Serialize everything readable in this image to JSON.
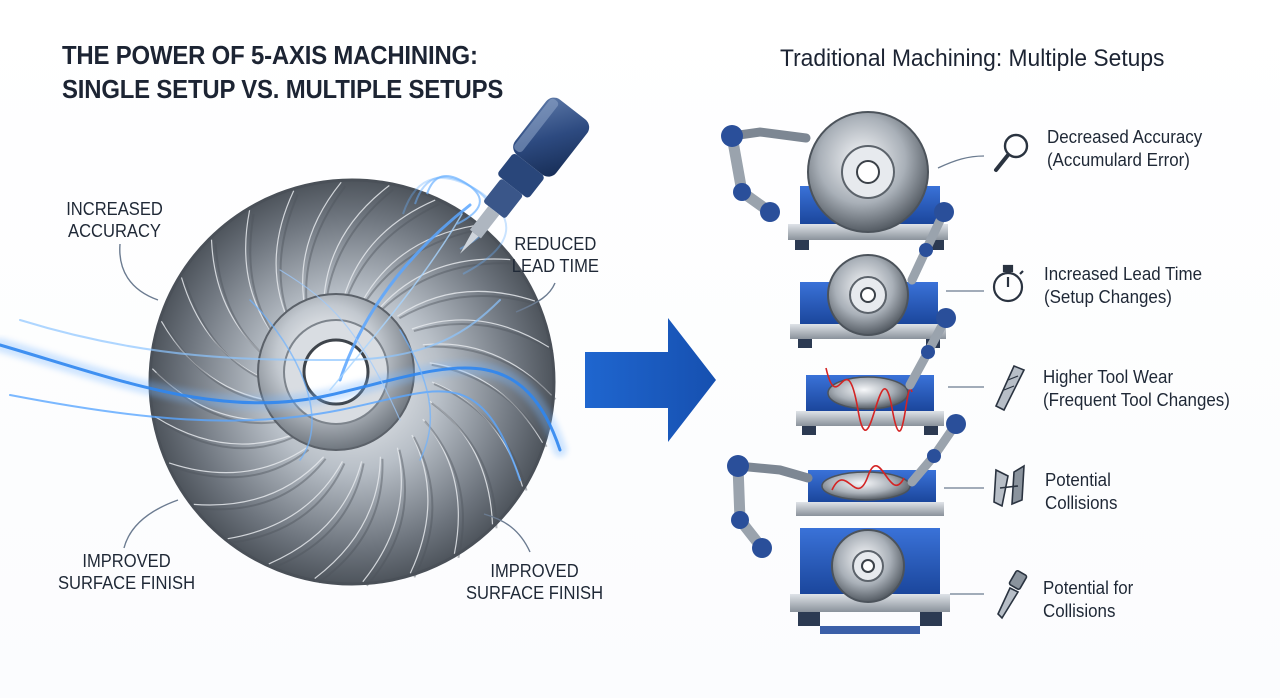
{
  "title": {
    "line1": "THE POWER OF 5-AXIS MACHINING:",
    "line2": "SINGLE SETUP VS. MULTIPLE SETUPS"
  },
  "left": {
    "benefits": [
      {
        "line1": "INCREASED",
        "line2": "ACCURACY"
      },
      {
        "line1": "REDUCED",
        "line2": "LEAD TIME"
      },
      {
        "line1": "IMPROVED",
        "line2": "SURFACE FINISH"
      },
      {
        "line1": "IMPROVED",
        "line2": "SURFACE FINISH"
      }
    ]
  },
  "right": {
    "title": "Traditional Machining: Multiple Setups",
    "issues": [
      {
        "line1": "Decreased Accuracy",
        "line2": "(Accumulard Error)",
        "icon": "magnifier-icon"
      },
      {
        "line1": "Increased Lead Time",
        "line2": "(Setup Changes)",
        "icon": "stopwatch-icon"
      },
      {
        "line1": "Higher Tool Wear",
        "line2": "(Frequent Tool Changes)",
        "icon": "end-mill-icon"
      },
      {
        "line1": "Potential",
        "line2": "Collisions",
        "icon": "collision-icon"
      },
      {
        "line1": "Potential for",
        "line2": "Collisions",
        "icon": "drill-bit-icon"
      }
    ]
  },
  "colors": {
    "accent_blue": "#1f5fc4",
    "fixture_blue": "#2456b5",
    "steel": "#9aa3ad",
    "glow": "#58a8ff",
    "path_red": "#d42424"
  }
}
